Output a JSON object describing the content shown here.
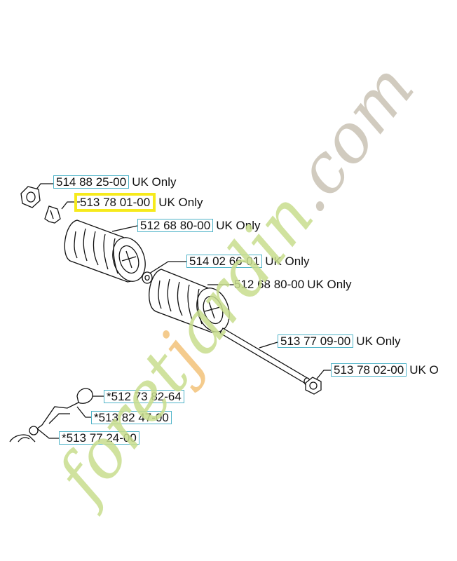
{
  "parts": [
    {
      "id": "p1",
      "number": "514 88 25-00",
      "suffix": "UK Only",
      "highlight": false
    },
    {
      "id": "p2",
      "number": "513 78 01-00",
      "suffix": "UK Only",
      "highlight": true
    },
    {
      "id": "p3",
      "number": "512 68 80-00",
      "suffix": "UK Only",
      "highlight": false
    },
    {
      "id": "p4",
      "number": "514 02 66-01",
      "suffix": "UK Only",
      "highlight": false
    },
    {
      "id": "p5",
      "number": "512 68 80-00",
      "suffix": "UK Only",
      "highlight": false
    },
    {
      "id": "p6",
      "number": "513 77 09-00",
      "suffix": "UK Only",
      "highlight": false
    },
    {
      "id": "p7",
      "number": "513 78 02-00",
      "suffix": "UK O",
      "highlight": false
    },
    {
      "id": "p8",
      "number": "*512 73 82-64",
      "suffix": "",
      "highlight": false
    },
    {
      "id": "p9",
      "number": "*513 82 47-00",
      "suffix": "",
      "highlight": false
    },
    {
      "id": "p10",
      "number": "*513 77 24-00",
      "suffix": "",
      "highlight": false
    }
  ],
  "watermark": {
    "text": "foretjardin.com",
    "color_green": "#c8de8e",
    "color_orange": "#f3c27a",
    "color_gray": "#c9c2b4"
  },
  "colors": {
    "label_border": "#4fb3c8",
    "highlight": "#f6ea1c"
  }
}
